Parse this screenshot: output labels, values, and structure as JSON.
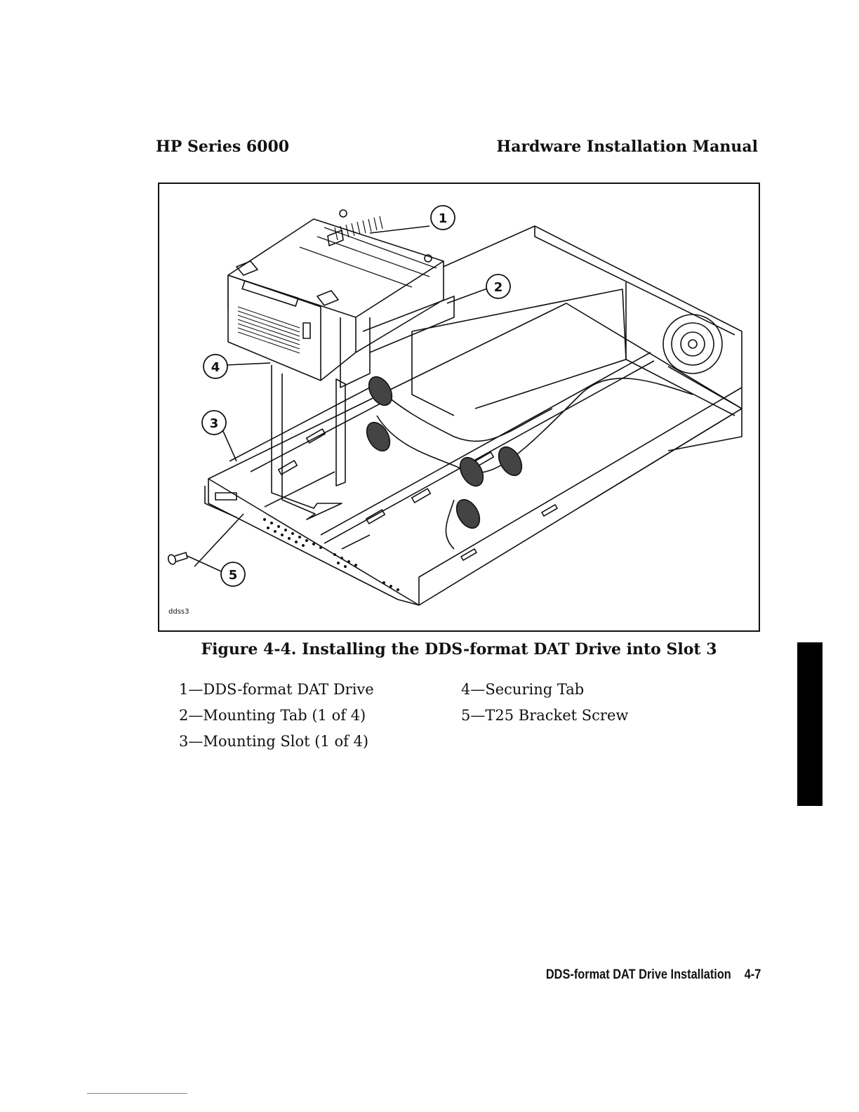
{
  "header": {
    "left": "HP Series 6000",
    "right": "Hardware Installation Manual"
  },
  "figure": {
    "id_label": "ddss3",
    "callouts": [
      "1",
      "2",
      "3",
      "4",
      "5"
    ],
    "caption": "Figure 4-4. Installing the DDS-format DAT Drive into Slot 3"
  },
  "legend": {
    "left": [
      "1—DDS-format DAT Drive",
      "2—Mounting Tab (1 of 4)",
      "3—Mounting Slot (1 of 4)"
    ],
    "right": [
      "4—Securing Tab",
      "5—T25 Bracket Screw"
    ]
  },
  "footer": {
    "section": "DDS-format DAT Drive Installation",
    "page_number": "4-7"
  }
}
